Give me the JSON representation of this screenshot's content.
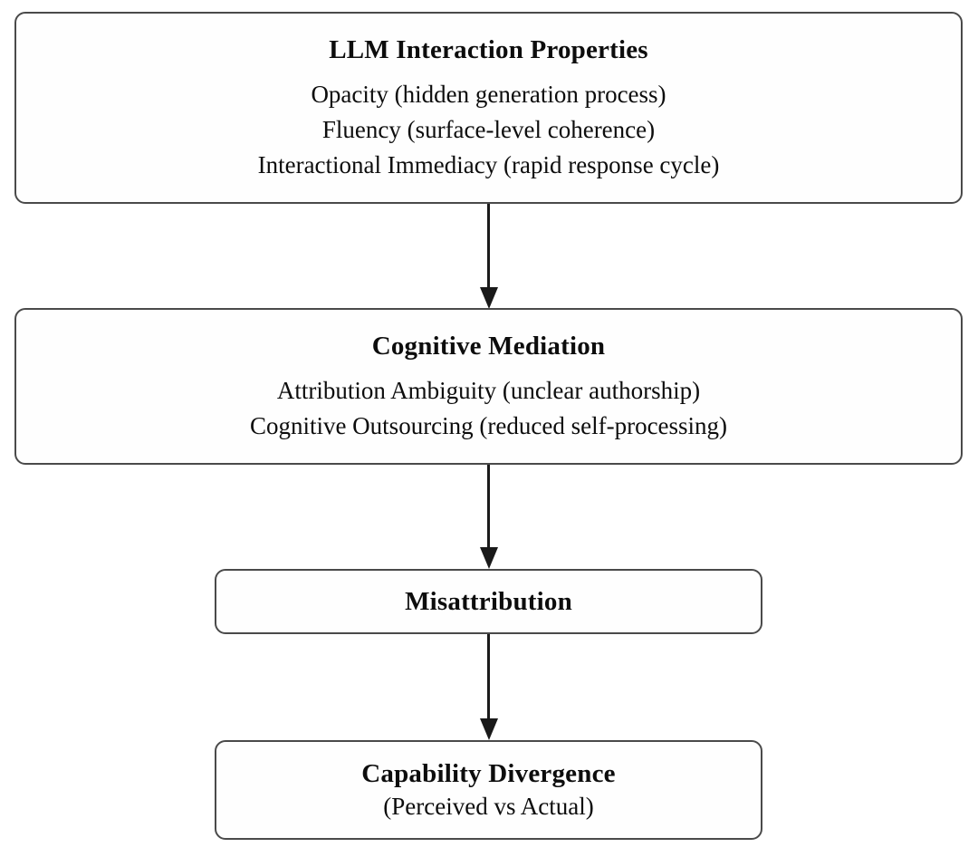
{
  "diagram": {
    "type": "flowchart",
    "direction": "top-down",
    "background_color": "#ffffff",
    "box_border_color": "#4a4a4a",
    "text_color": "#0d0d0d",
    "arrow_color": "#1a1a1a",
    "nodes": [
      {
        "id": "llm-interaction-properties",
        "title": "LLM Interaction Properties",
        "items": [
          "Opacity (hidden generation process)",
          "Fluency (surface-level coherence)",
          "Interactional Immediacy (rapid response cycle)"
        ]
      },
      {
        "id": "cognitive-mediation",
        "title": "Cognitive Mediation",
        "items": [
          "Attribution Ambiguity (unclear authorship)",
          "Cognitive Outsourcing (reduced self-processing)"
        ]
      },
      {
        "id": "misattribution",
        "title": "Misattribution",
        "items": []
      },
      {
        "id": "capability-divergence",
        "title": "Capability Divergence",
        "items": [
          "(Perceived vs Actual)"
        ]
      }
    ],
    "edges": [
      {
        "from": "llm-interaction-properties",
        "to": "cognitive-mediation"
      },
      {
        "from": "cognitive-mediation",
        "to": "misattribution"
      },
      {
        "from": "misattribution",
        "to": "capability-divergence"
      }
    ]
  }
}
